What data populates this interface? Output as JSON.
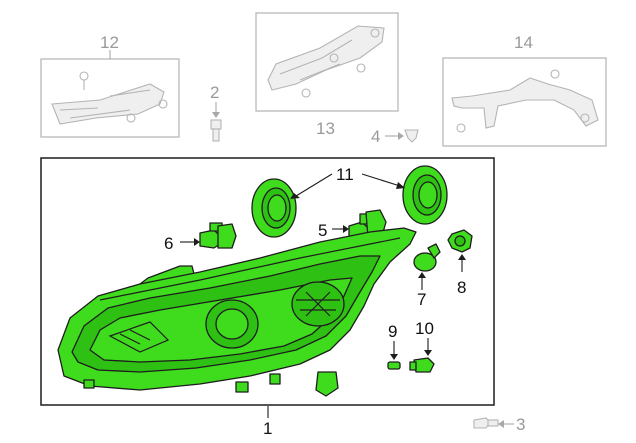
{
  "callouts": {
    "n1": "1",
    "n2": "2",
    "n3": "3",
    "n4": "4",
    "n5": "5",
    "n6": "6",
    "n7": "7",
    "n8": "8",
    "n9": "9",
    "n10": "10",
    "n11": "11",
    "n12": "12",
    "n13": "13",
    "n14": "14"
  },
  "colors": {
    "highlight": "#3fdc1e",
    "ghost": "#b4b4b4",
    "outline": "#1d1d1d"
  },
  "icons": {
    "headlamp": "headlamp-assembly-icon",
    "bracket": "mounting-bracket-icon",
    "bolt": "bolt-icon",
    "bulb": "bulb-icon",
    "socket": "bulb-socket-icon",
    "cap": "rubber-cap-icon"
  }
}
